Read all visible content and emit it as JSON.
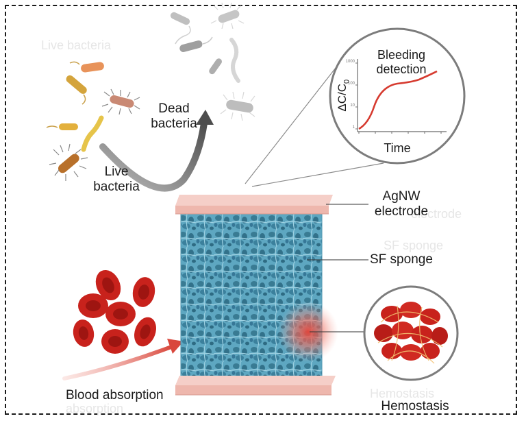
{
  "labels": {
    "dead_bacteria": "Dead\nbacteria",
    "live_bacteria": "Live\nbacteria",
    "agnw_electrode": "AgNW\nelectrode",
    "sf_sponge": "SF sponge",
    "blood_absorption": "Blood absorption",
    "hemostasis": "Hemostasis"
  },
  "ghost_labels": {
    "live_bacteria_faint": "Live bacteria",
    "electrode_faint": "electrode",
    "sf_sponge_faint": "SF sponge",
    "hemostasis_faint": "Hemostasis",
    "absorption_faint": "absorption"
  },
  "inset": {
    "title": "Bleeding\ndetection",
    "ylabel": "ΔC/C",
    "ylabel_sub": "0",
    "xlabel": "Time",
    "ytick_labels": [
      "1000",
      "100",
      "10",
      "1"
    ],
    "curve_color": "#d63a2f"
  },
  "colors": {
    "sponge": "#4a93ad",
    "sponge_light": "#9fcfe0",
    "electrode": "#eeb7ad",
    "rbc": "#c8221c",
    "arrow_gray": "#555555",
    "arrow_red": "#d9473c"
  }
}
